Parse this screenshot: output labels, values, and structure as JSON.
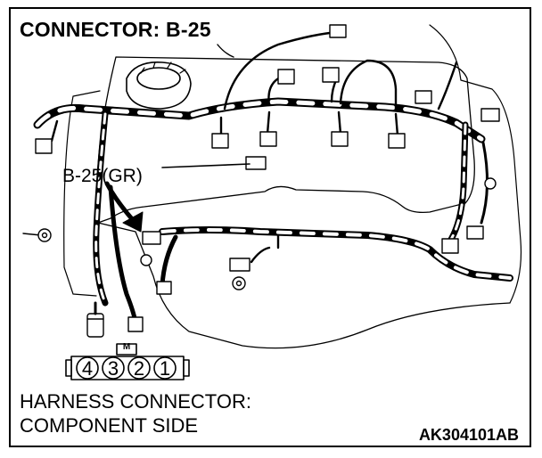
{
  "title": "CONNECTOR: B-25",
  "callout_label": "B-25(GR)",
  "connector_face": {
    "latch_mark": "M",
    "pins": [
      "4",
      "3",
      "2",
      "1"
    ]
  },
  "caption": {
    "line1": "HARNESS CONNECTOR:",
    "line2": "COMPONENT SIDE"
  },
  "figure_code": "AK304101AB",
  "colors": {
    "ink": "#000000",
    "paper": "#ffffff"
  }
}
